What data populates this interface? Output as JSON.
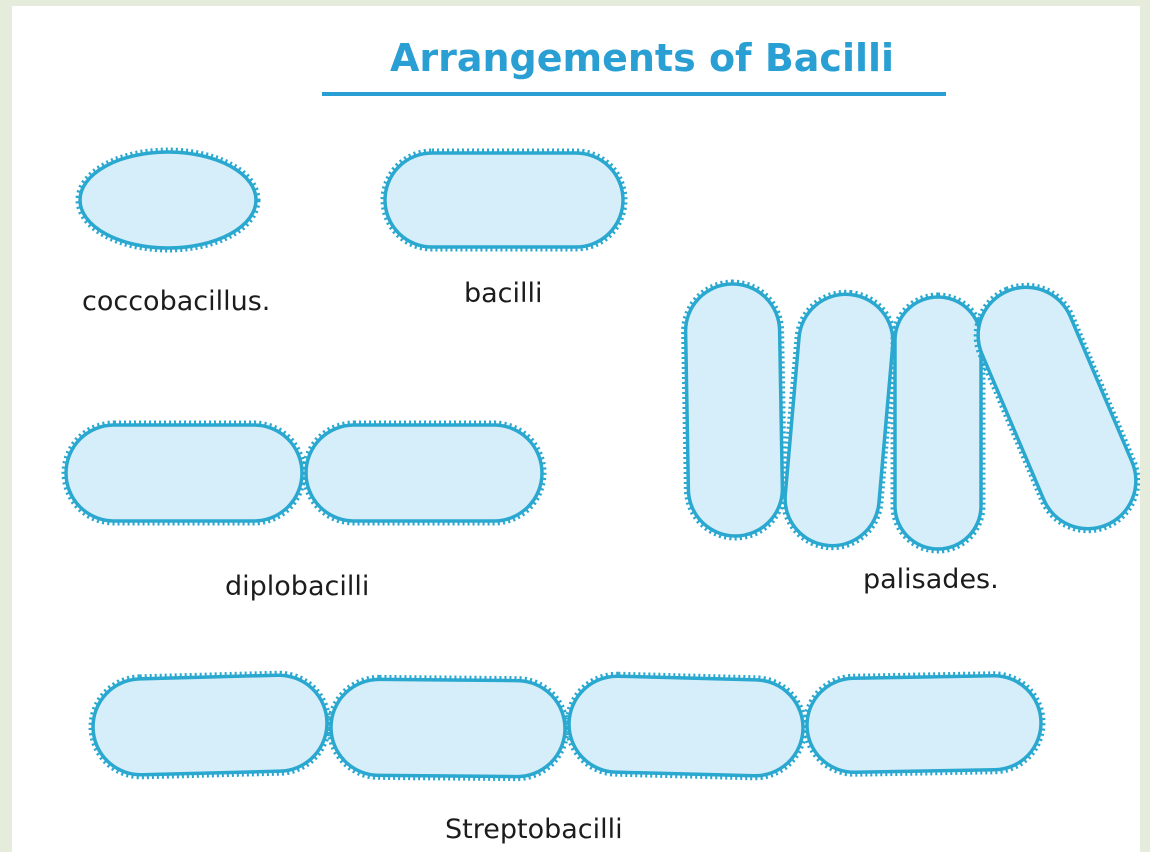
{
  "title": "Arrangements of Bacilli",
  "labels": {
    "coccobacillus": "coccobacillus.",
    "bacilli": "bacilli",
    "palisades": "palisades.",
    "diplobacilli": "diplobacilli",
    "streptobacilli": "Streptobacilli"
  },
  "colors": {
    "outline": "#2aa8d0",
    "fill": "#d6eefa",
    "title": "#2a9fd3"
  }
}
